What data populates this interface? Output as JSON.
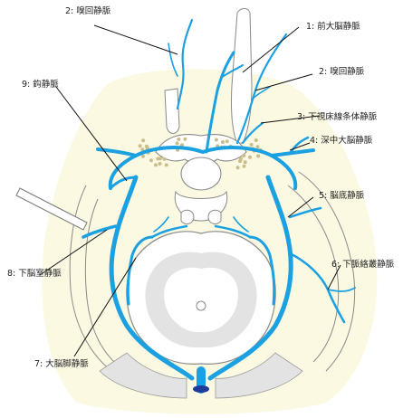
{
  "colors": {
    "vein": "#1ba1e2",
    "background_tint": "#fbf9e2",
    "outline": "#8a8a8a",
    "grey_fill": "#e3e3e3",
    "dots": "#cbbd8a",
    "plug": "#1e3a9c",
    "leader": "#111111"
  },
  "labels": [
    {
      "id": "olf-top",
      "text": "2: 嗅回静脈"
    },
    {
      "id": "ant-cerebral",
      "text": "1: 前大脳静脈"
    },
    {
      "id": "olf-right",
      "text": "2: 嗅回静脈"
    },
    {
      "id": "uncal",
      "text": "9: 鈎静脈"
    },
    {
      "id": "thalamostriate",
      "text": "3: 下視床線条体静脈"
    },
    {
      "id": "deep-middle",
      "text": "4: 深中大脳静脈"
    },
    {
      "id": "basal",
      "text": "5: 脳底静脈"
    },
    {
      "id": "choroid",
      "text": "6: 下脈絡叢静脈"
    },
    {
      "id": "inf-ventricular",
      "text": "8: 下脳室静脈"
    },
    {
      "id": "peduncular",
      "text": "7: 大脳脚静脈"
    }
  ]
}
